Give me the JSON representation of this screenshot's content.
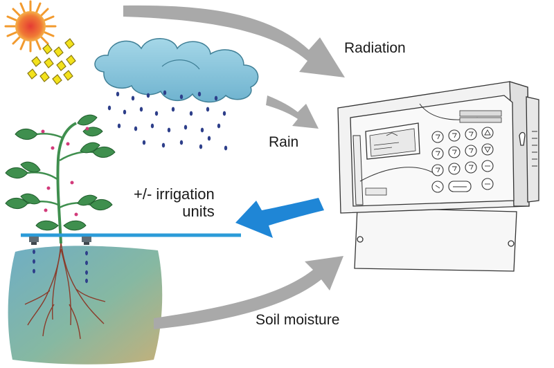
{
  "labels": {
    "radiation": "Radiation",
    "rain": "Rain",
    "irrigation_line1": "+/- irrigation",
    "irrigation_line2": "units",
    "soil_moisture": "Soil moisture"
  },
  "colors": {
    "flow_arrow": "#a9a9a9",
    "irrigation_arrow": "#1f86d6",
    "irrigation_line": "#2b9bd8",
    "sun_center": "#e8473b",
    "sun_rays": "#f29a2e",
    "cloud": "#8ec9de",
    "rain_drop": "#2e3f8a",
    "leaf": "#3f8f4e",
    "soil": "#7fb1a4",
    "controller_body": "#f2f2f2"
  },
  "icons": [
    "sun-icon",
    "cloud-icon",
    "plant-icon",
    "soil-icon",
    "irrigation-controller-icon"
  ]
}
